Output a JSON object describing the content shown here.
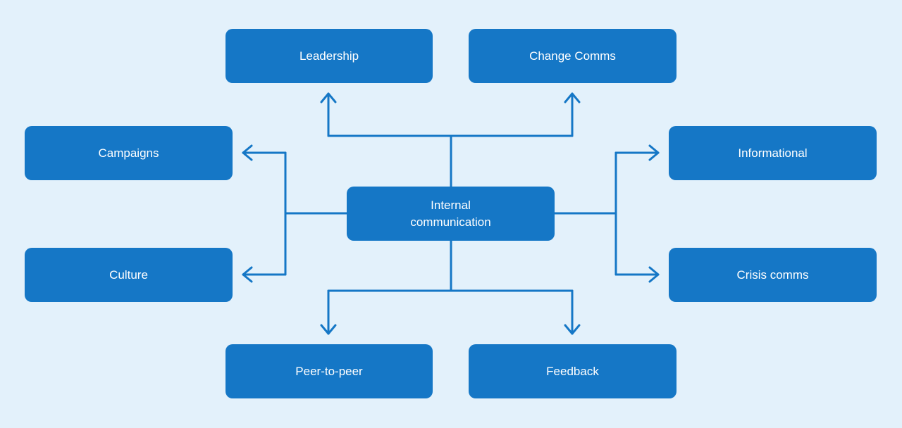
{
  "colors": {
    "background": "#e3f1fb",
    "node_fill": "#1577c6",
    "connector": "#1577c6",
    "text": "#ffffff"
  },
  "diagram": {
    "center": {
      "label": "Internal\ncommunication"
    },
    "nodes": {
      "leadership": {
        "label": "Leadership"
      },
      "change_comms": {
        "label": "Change Comms"
      },
      "campaigns": {
        "label": "Campaigns"
      },
      "informational": {
        "label": "Informational"
      },
      "culture": {
        "label": "Culture"
      },
      "crisis_comms": {
        "label": "Crisis comms"
      },
      "peer_to_peer": {
        "label": "Peer-to-peer"
      },
      "feedback": {
        "label": "Feedback"
      }
    }
  }
}
